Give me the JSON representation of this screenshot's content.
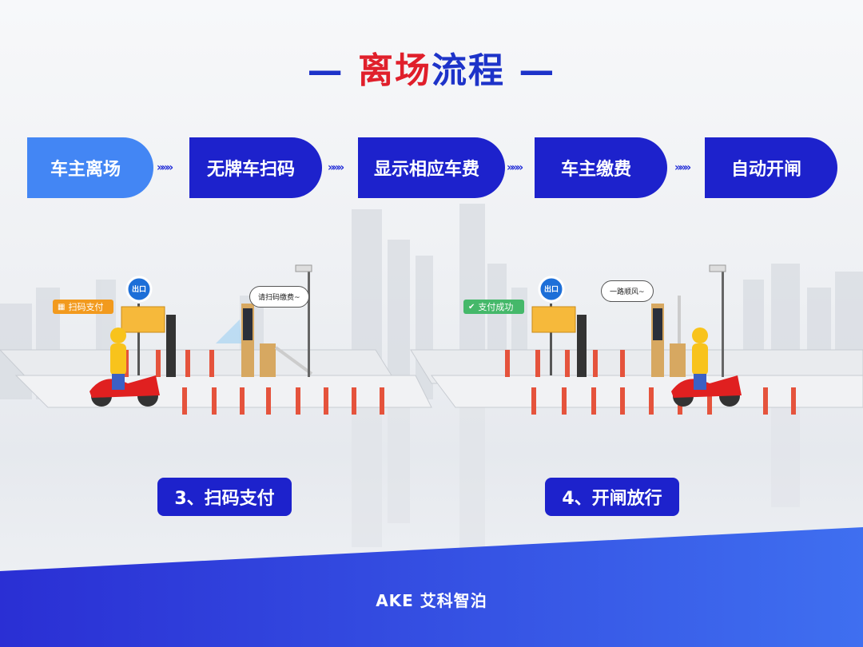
{
  "title": {
    "prefix_dash": "—",
    "red_part": "离场",
    "blue_part": "流程",
    "suffix_dash": "—"
  },
  "steps": [
    {
      "label": "车主离场"
    },
    {
      "label": "无牌车扫码"
    },
    {
      "label": "显示相应车费"
    },
    {
      "label": "车主缴费"
    },
    {
      "label": "自动开闸"
    }
  ],
  "arrow_glyph": "»»»",
  "scenes": [
    {
      "sign": "出口",
      "tag": "扫码支付",
      "bubble": "请扫码缴费~",
      "caption": "3、扫码支付"
    },
    {
      "sign": "出口",
      "tag": "支付成功",
      "bubble": "一路顺风~",
      "caption": "4、开闸放行"
    }
  ],
  "brand": "AKE 艾科智泊",
  "colors": {
    "primary_blue": "#1d22cc",
    "light_blue": "#4386f4",
    "title_red": "#e01f2b",
    "tag_orange": "#f29a1e",
    "tag_green": "#45b86a"
  }
}
